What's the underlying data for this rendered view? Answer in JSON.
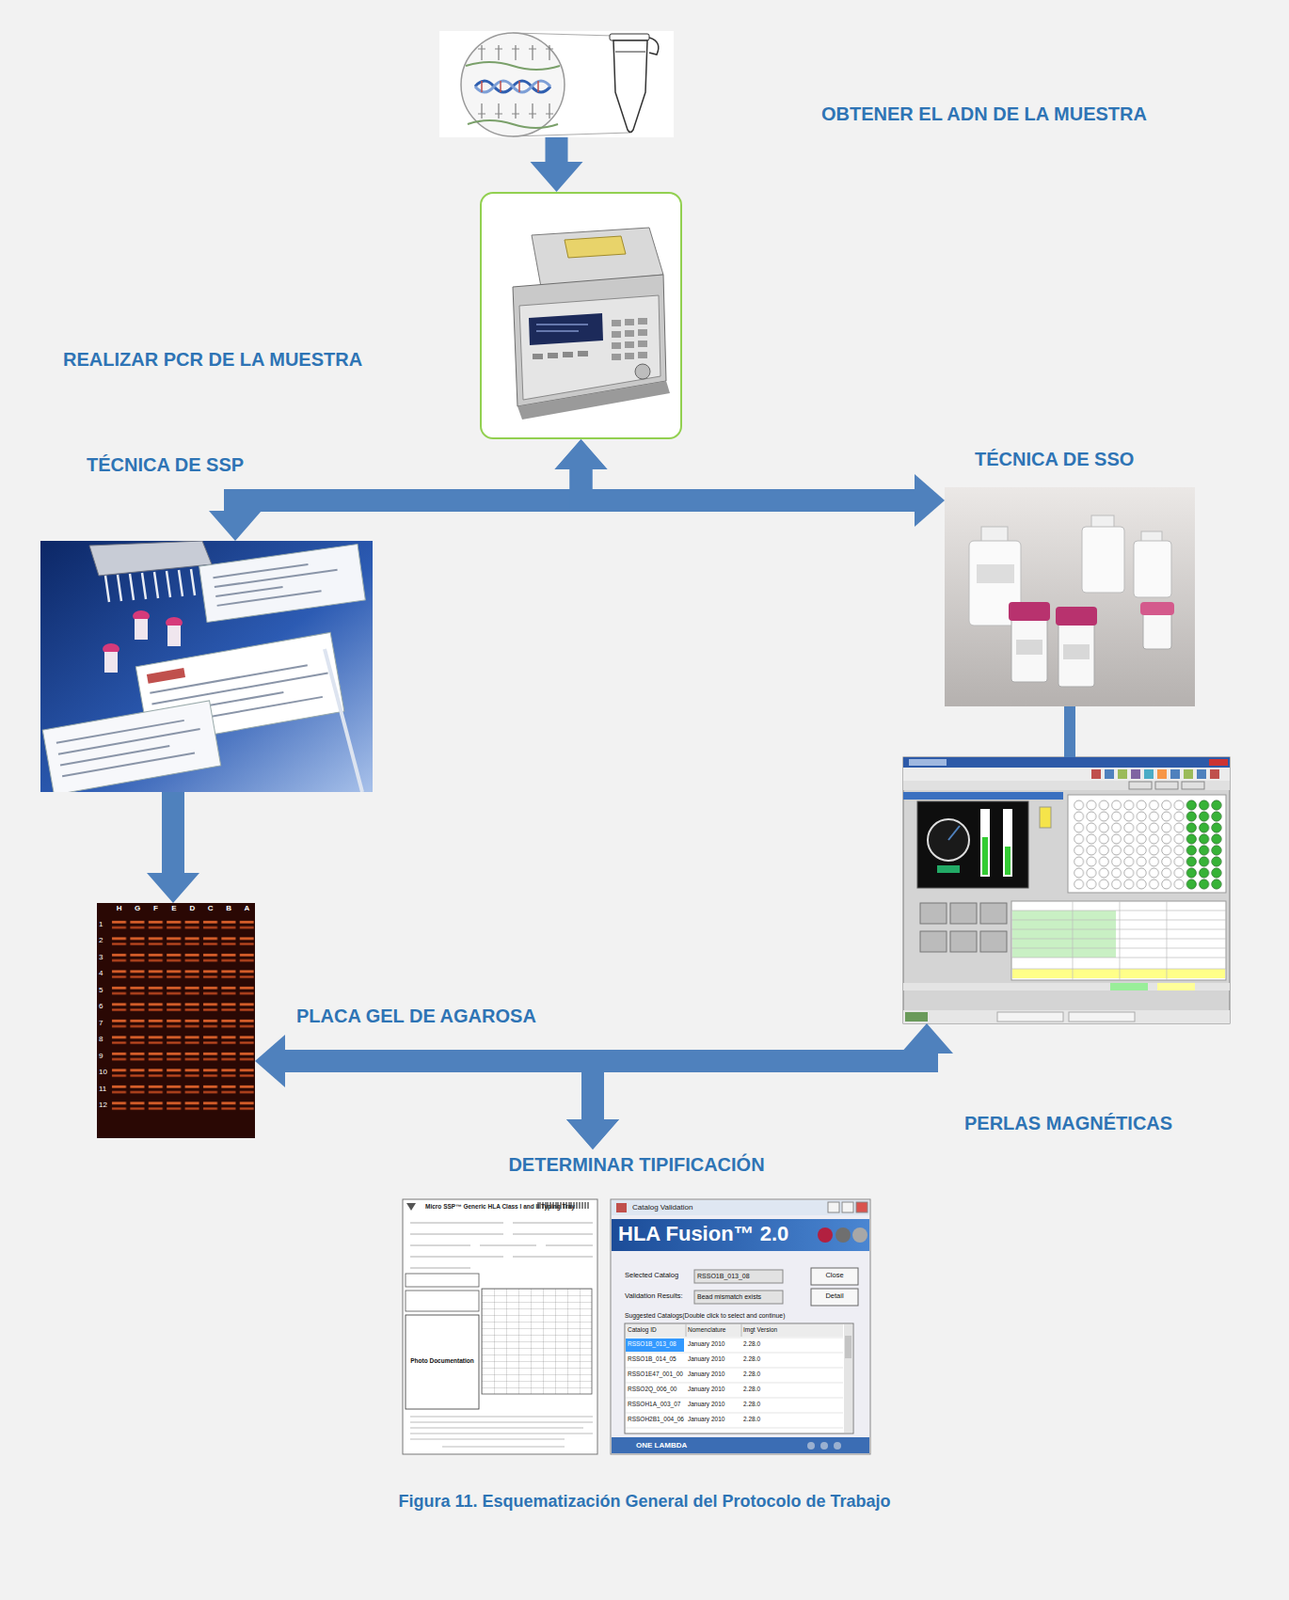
{
  "diagram": {
    "caption": "Figura 11. Esquematización General del Protocolo de Trabajo",
    "nodes": [
      {
        "text": [
          "OBTENER EL ADN DE LA MUESTRA"
        ]
      },
      {
        "text": [
          "REALIZAR PCR DE LA MUESTRA"
        ]
      },
      {
        "text": [
          "TÉCNICA DE SSP"
        ]
      },
      {
        "text": [
          "TÉCNICA DE SSO"
        ]
      },
      {
        "text": [
          "PLACA GEL DE AGAROSA"
        ]
      },
      {
        "text": [
          "PERLAS MAGNÉTICAS"
        ]
      },
      {
        "text": [
          "DETERMINAR TIPIFICACIÓN"
        ]
      }
    ],
    "edges": [
      {
        "from": 0,
        "to": 1,
        "arrow": "to"
      },
      {
        "from": 1,
        "to": 2,
        "arrow": "both"
      },
      {
        "from": 1,
        "to": 3,
        "arrow": "both"
      },
      {
        "from": 2,
        "to": 4,
        "arrow": "to"
      },
      {
        "from": 3,
        "to": 5,
        "arrow": "none"
      },
      {
        "from": 4,
        "to": 6,
        "arrow": "both"
      },
      {
        "from": 5,
        "to": 6,
        "arrow": "both"
      }
    ],
    "labels": [
      "H",
      "G",
      "F",
      "E",
      "D",
      "C",
      "B",
      "A",
      "1",
      "2",
      "3",
      "4",
      "5",
      "6",
      "7",
      "8",
      "9",
      "10",
      "11",
      "12",
      "Micro SSP™ Generic HLA Class I and II Typing Tray",
      "Photo Documentation",
      "Catalog Validation",
      "HLA Fusion™ 2.0",
      "Selected Catalog",
      "RSSO1B_013_08",
      "Close",
      "Validation Results:",
      "Bead mismatch exists",
      "Detail",
      "Suggested Catalogs(Double click to select and continue)",
      "Catalog ID",
      "Nomenclature",
      "Imgt Version",
      "RSSO1B_013_08",
      "January 2010",
      "2.28.0",
      "RSSO1B_014_05",
      "January 2010",
      "2.28.0",
      "RSSO1E47_001_00",
      "January 2010",
      "2.28.0",
      "RSSO2Q_006_00",
      "January 2010",
      "2.28.0",
      "RSSOH1A_003_07",
      "January 2010",
      "2.28.0",
      "RSSOH2B1_004_06",
      "January 2010",
      "2.28.0",
      "ONE LAMBDA"
    ]
  }
}
